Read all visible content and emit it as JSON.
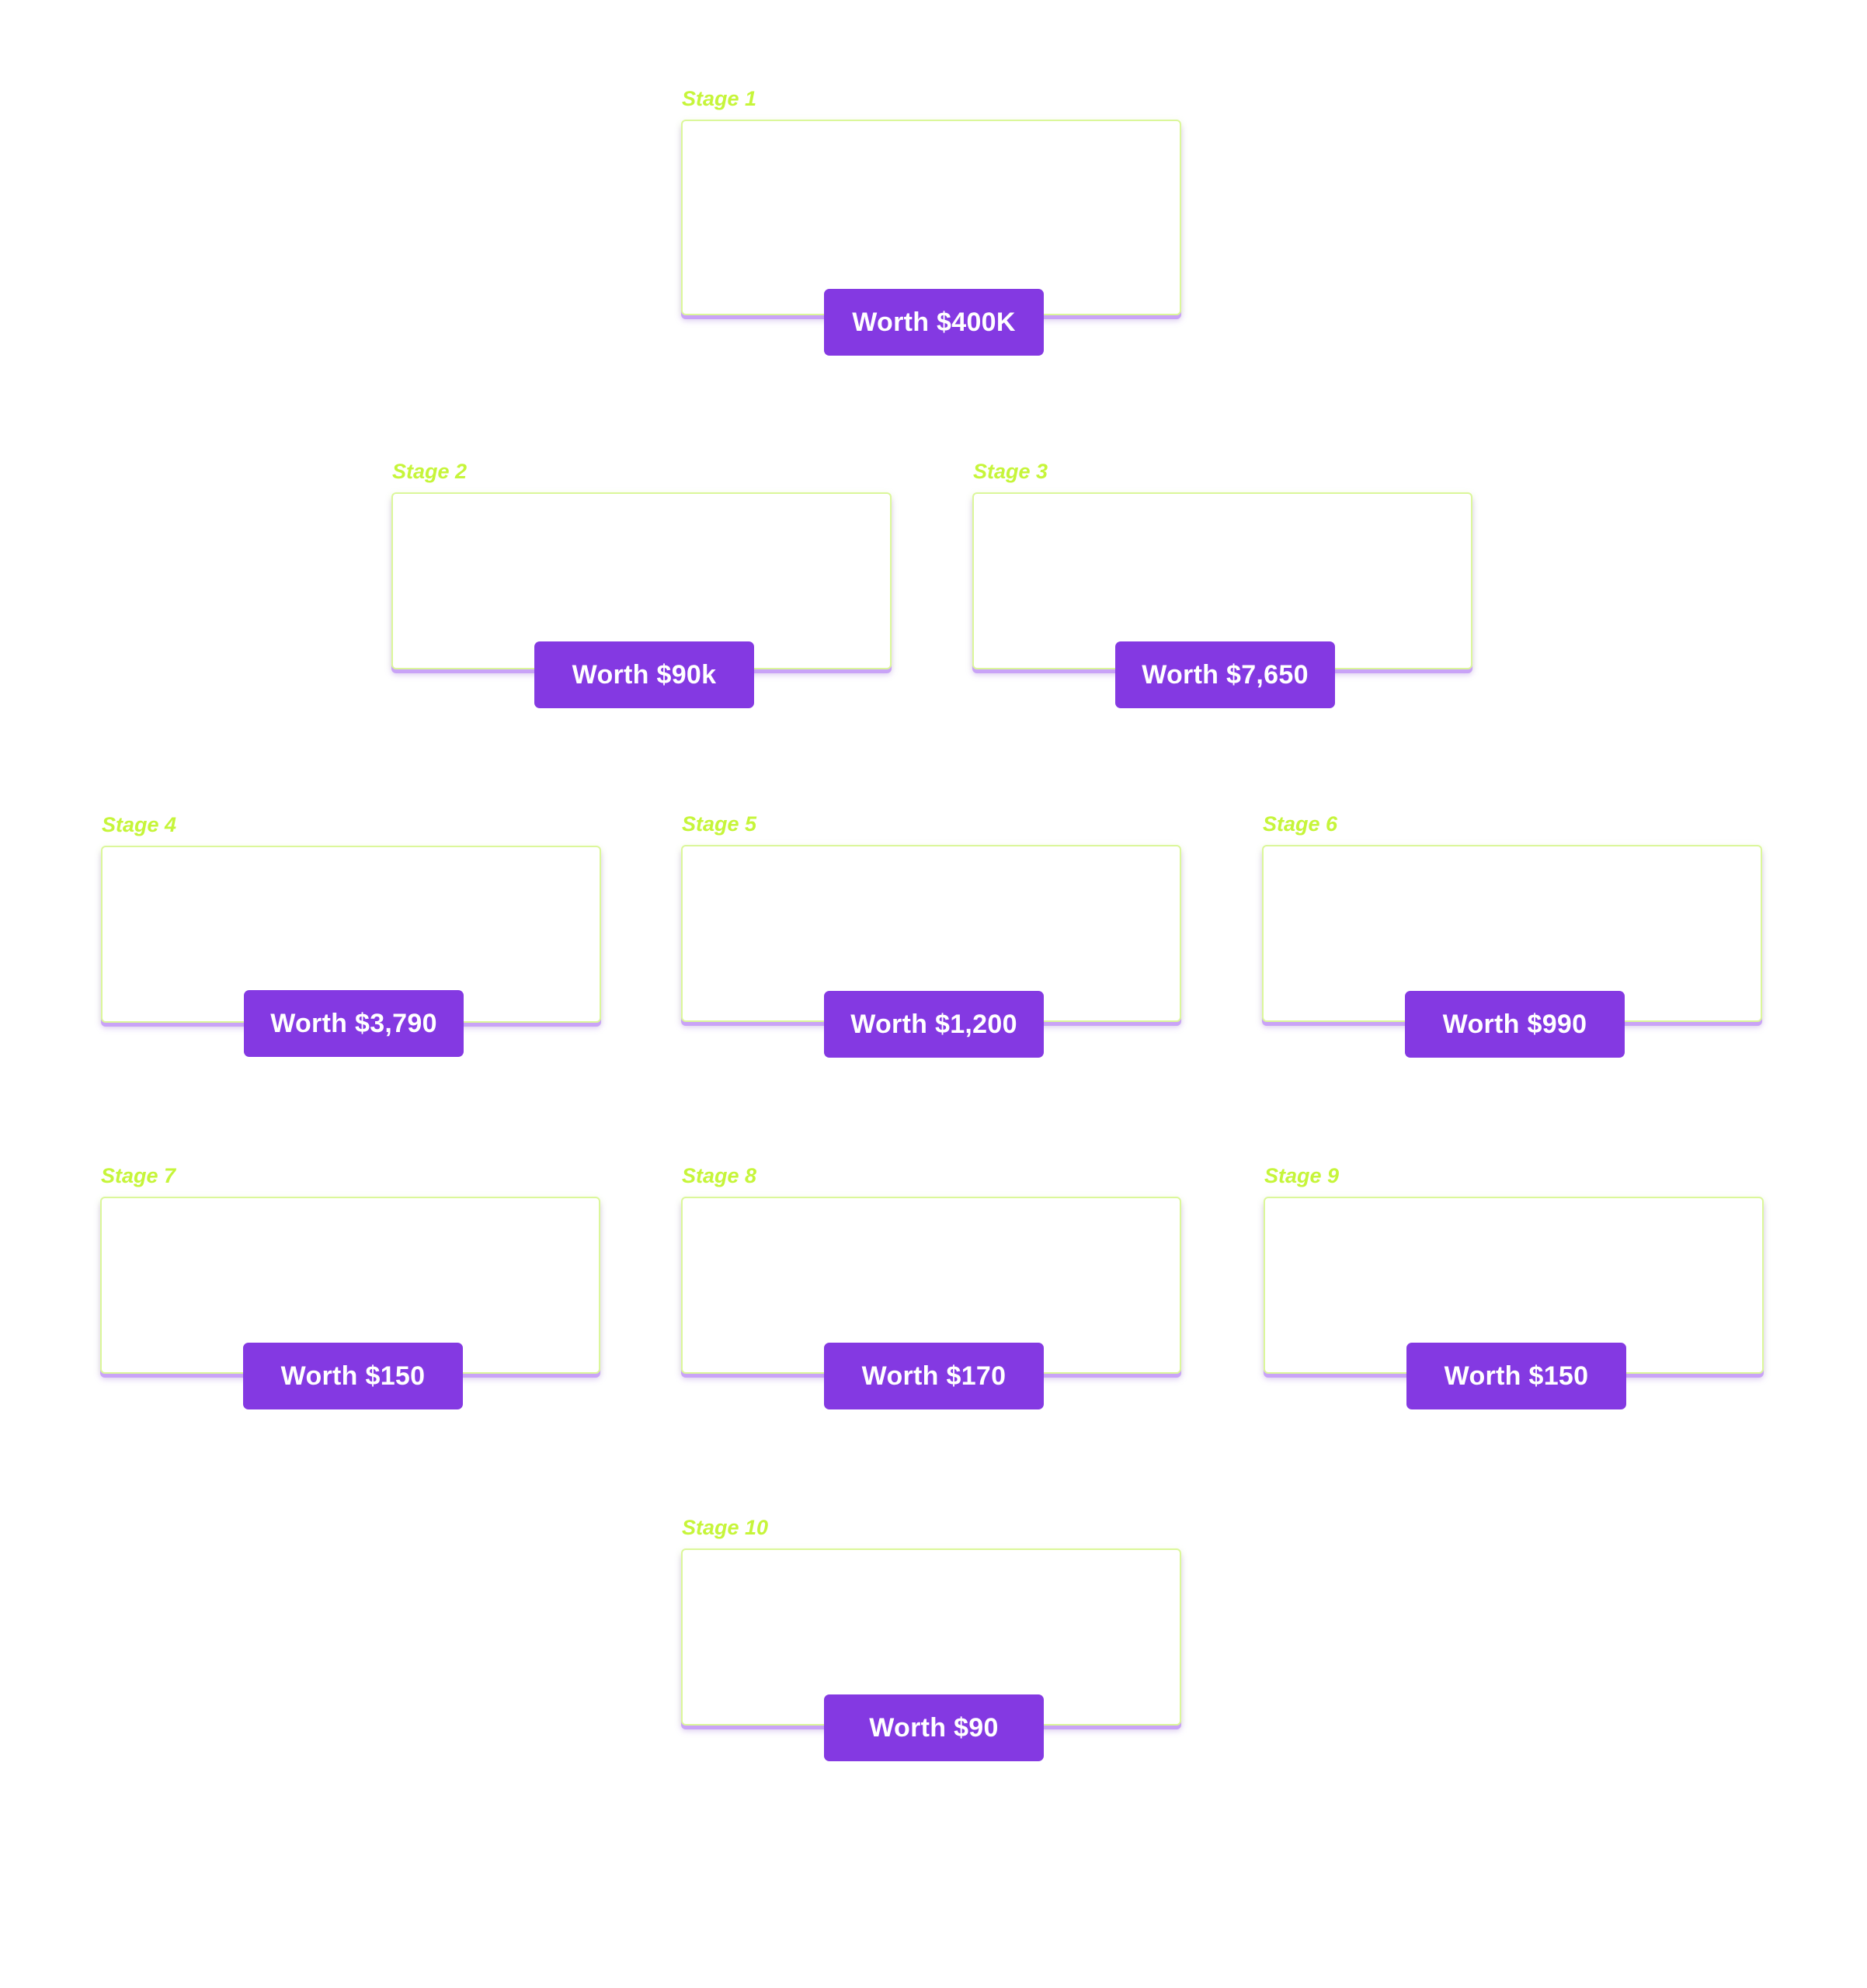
{
  "stages": [
    {
      "label": "Stage 1",
      "worth": "Worth $400K"
    },
    {
      "label": "Stage 2",
      "worth": "Worth $90k"
    },
    {
      "label": "Stage 3",
      "worth": "Worth $7,650"
    },
    {
      "label": "Stage 4",
      "worth": "Worth $3,790"
    },
    {
      "label": "Stage 5",
      "worth": "Worth $1,200"
    },
    {
      "label": "Stage 6",
      "worth": "Worth $990"
    },
    {
      "label": "Stage 7",
      "worth": "Worth $150"
    },
    {
      "label": "Stage 8",
      "worth": "Worth $170"
    },
    {
      "label": "Stage 9",
      "worth": "Worth $150"
    },
    {
      "label": "Stage 10",
      "worth": "Worth $90"
    }
  ],
  "colors": {
    "badge": "#8439e2",
    "label": "#c6f53a",
    "box_border": "#dbf79a",
    "box_shadow": "#c9a3f7"
  }
}
